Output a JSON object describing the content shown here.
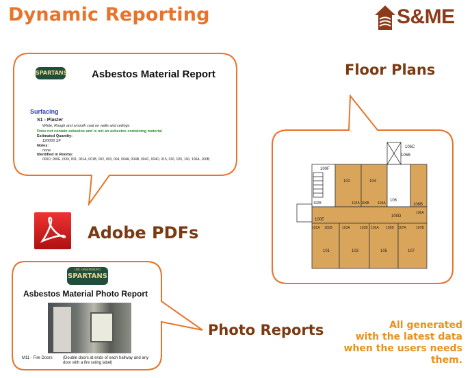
{
  "slide": {
    "title": "Dynamic Reporting",
    "brand": "S&ME"
  },
  "pdf_report": {
    "school_logo": "SPARTANS",
    "title": "Asbestos Material Report",
    "section": "Surfacing",
    "item_name": "S1 - Plaster",
    "item_desc": "White, Rough and smooth coat on walls and ceilings",
    "status": "Does not contain asbestos and is not an asbestos containing material",
    "qty_label": "Estimated Quantity:",
    "qty_value": "120000 SF",
    "notes_label": "Notes:",
    "notes_value": "none",
    "rooms_label": "Identified in Rooms:",
    "rooms_value": "000D, 000E, 000I, 001, 001A, 001B, 002, 003, 004, 004A, 004B, 004C, 004D, 015, 016, 020, 100, 100A, 100B,"
  },
  "labels": {
    "adobe": "Adobe PDFs",
    "floor_plans": "Floor Plans",
    "photo_reports": "Photo Reports"
  },
  "photo_report": {
    "school_logo_top": "UNC GREENSBORO",
    "school_logo": "SPARTANS",
    "title": "Asbestos Material Photo Report",
    "caption_id": "M11 - Fire Doors",
    "caption_text": "(Double doors at ends of each hallway and any door with a fire rating label)"
  },
  "floor_plan": {
    "rooms_top": [
      "102",
      "104"
    ],
    "rooms_bottom": [
      "101",
      "103",
      "105",
      "107"
    ],
    "small_rooms": [
      "100F",
      "102B",
      "102A",
      "104B",
      "104A",
      "106",
      "106B",
      "106C",
      "100D",
      "100E",
      "101A",
      "101B",
      "103A",
      "103B",
      "105A",
      "105B",
      "107A",
      "106A",
      "106B"
    ],
    "room_100F": "100F",
    "room_102": "102",
    "room_104": "104",
    "room_106": "106",
    "room_106C": "106C",
    "room_106B_top": "106B",
    "room_106B_r": "106B",
    "room_100D": "100D",
    "room_100E": "100E",
    "room_101": "101",
    "room_103": "103",
    "room_105": "105",
    "room_107": "107",
    "room_101A": "101A",
    "room_101B": "101B",
    "room_103A": "103A",
    "room_103B": "103B",
    "room_105A": "105A",
    "room_105B": "105B",
    "room_107A": "107A",
    "room_106A": "106A",
    "room_102B": "102B",
    "room_102A": "102A",
    "room_104B": "104B",
    "room_104A": "104A",
    "room_107B": "107B"
  },
  "tagline": {
    "line1": "All generated",
    "line2": "with the latest data",
    "line3": "when the users needs",
    "line4": "them."
  },
  "colors": {
    "accent_orange": "#e8732a",
    "heading_brown": "#7a3a12",
    "room_fill": "#d9a55a",
    "adobe_red": "#cc1f1f"
  },
  "icons": [
    "adobe-pdf-icon",
    "sme-logo-icon"
  ]
}
